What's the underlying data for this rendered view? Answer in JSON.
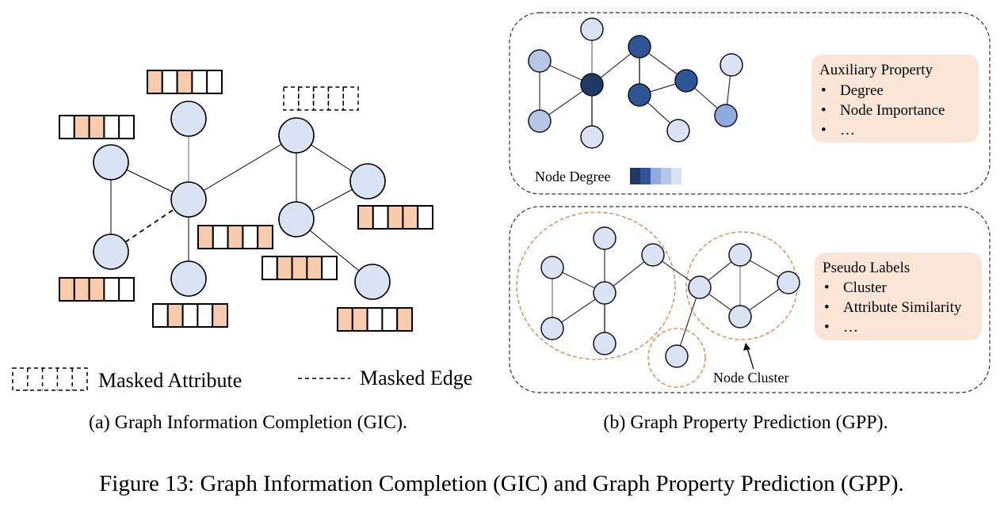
{
  "panel_a": {
    "caption": "(a)  Graph Information Completion (GIC).",
    "legend": {
      "masked_attribute_label": "Masked Attribute",
      "masked_edge_label": "Masked Edge"
    },
    "node_fill": "#dae3f3",
    "attr_fill": "#f8cbad",
    "attribute_vectors": [
      {
        "node": "n_top",
        "cells": [
          1,
          0,
          1,
          0,
          0
        ]
      },
      {
        "node": "n_left",
        "cells": [
          0,
          1,
          1,
          0,
          0
        ]
      },
      {
        "node": "n_right_top",
        "cells": "masked"
      },
      {
        "node": "n_center",
        "cells": [
          1,
          0,
          1,
          0,
          1
        ]
      },
      {
        "node": "n_right",
        "cells": [
          1,
          0,
          1,
          1,
          0
        ]
      },
      {
        "node": "n_mid_right",
        "cells": [
          0,
          1,
          1,
          1,
          0
        ]
      },
      {
        "node": "n_bottom_left",
        "cells": [
          1,
          1,
          1,
          0,
          0
        ]
      },
      {
        "node": "n_bottom",
        "cells": [
          0,
          1,
          0,
          0,
          1
        ]
      },
      {
        "node": "n_bottom_right",
        "cells": [
          1,
          1,
          0,
          0,
          1
        ]
      }
    ]
  },
  "panel_b": {
    "caption": "(b)  Graph Property Prediction (GPP).",
    "top": {
      "legend_label": "Node Degree",
      "degree_scale": [
        "#1f3864",
        "#2f5597",
        "#8faadc",
        "#b4c7e7",
        "#dae3f3"
      ],
      "box": {
        "title": "Auxiliary Property",
        "items": [
          "Degree",
          "Node Importance",
          "…"
        ]
      }
    },
    "bottom": {
      "cluster_label": "Node Cluster",
      "cluster_color": "#ed7d31",
      "box": {
        "title": "Pseudo Labels",
        "items": [
          "Cluster",
          "Attribute Similarity",
          "…"
        ]
      }
    },
    "box_fill": "#fbe5d6"
  },
  "figure_caption": "Figure 13: Graph Information Completion (GIC) and Graph Property Prediction (GPP)."
}
